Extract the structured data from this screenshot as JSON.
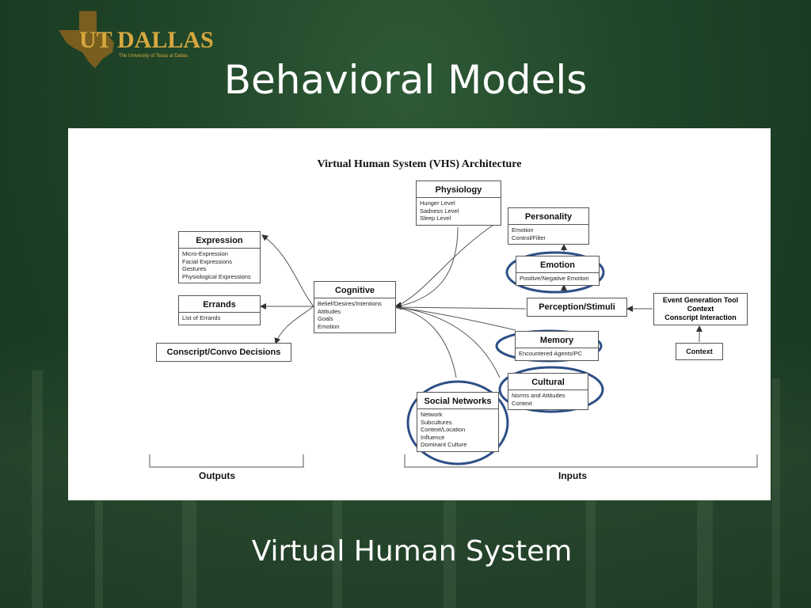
{
  "logo": {
    "text_ut": "UT",
    "text_dallas": "DALLAS",
    "tagline": "The University of Texas at Dallas",
    "color": "#b8862b"
  },
  "slide": {
    "title": "Behavioral Models",
    "subtitle": "Virtual Human System"
  },
  "diagram": {
    "title": "Virtual Human System (VHS) Architecture",
    "boxes": {
      "expression": {
        "title": "Expression",
        "items": [
          "Micro-Expression",
          "Facial Expressions",
          "Gestures",
          "Physiological Expressions"
        ]
      },
      "errands": {
        "title": "Errands",
        "items": [
          "List of Errands"
        ]
      },
      "conscript": {
        "title": "Conscript/Convo Decisions"
      },
      "cognitive": {
        "title": "Cognitive",
        "items": [
          "Belief/Desires/Intentions",
          "Attitudes",
          "Goals",
          "Emotion"
        ]
      },
      "physiology": {
        "title": "Physiology",
        "items": [
          "Hunger Level",
          "Sadness Level",
          "Sleep Level"
        ]
      },
      "personality": {
        "title": "Personality",
        "items": [
          "Emotion",
          "Control/Filter"
        ]
      },
      "emotion": {
        "title": "Emotion",
        "items": [
          "Positive/Negative Emotion"
        ]
      },
      "perception": {
        "title": "Perception/Stimuli"
      },
      "event": {
        "lines": [
          "Event Generation Tool",
          "Context",
          "Conscript Interaction"
        ]
      },
      "context": {
        "title": "Context"
      },
      "memory": {
        "title": "Memory",
        "items": [
          "Encountered Agents/PC"
        ]
      },
      "cultural": {
        "title": "Cultural",
        "items": [
          "Norms and Attitudes",
          "Context"
        ]
      },
      "social": {
        "title": "Social Networks",
        "items": [
          "Network",
          "Subcultures",
          "Context/Location",
          "Influence",
          "Dominant Culture"
        ]
      }
    },
    "outputs_label": "Outputs",
    "inputs_label": "Inputs",
    "highlight_color": "#2c4f86",
    "line_color": "#555555"
  }
}
